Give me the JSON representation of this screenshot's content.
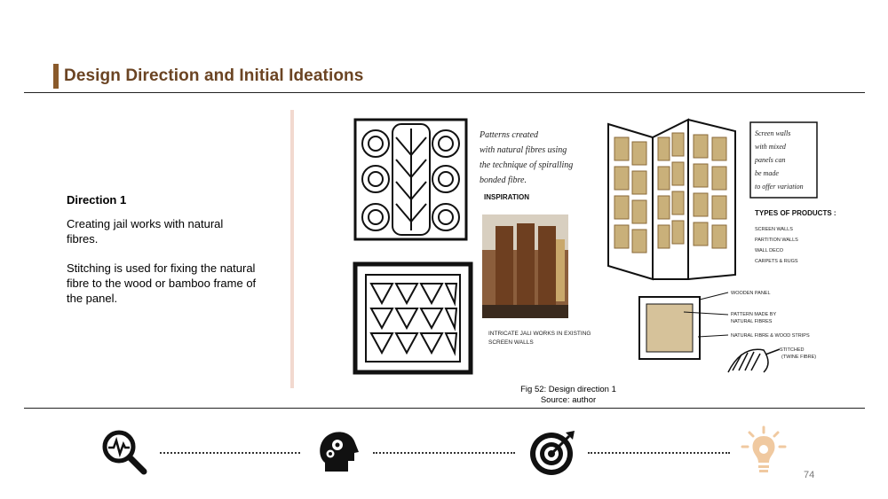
{
  "slide": {
    "title": "Design Direction and Initial Ideations",
    "page_number": "74"
  },
  "text": {
    "heading": "Direction 1",
    "para1": "Creating jail works with natural fibres.",
    "para2": "Stitching is used for fixing the natural fibre to the wood or bamboo frame of the panel."
  },
  "figure": {
    "caption_line1": "Fig 52: Design direction 1",
    "caption_line2": "Source: author",
    "notes": {
      "patterns": "Patterns created with natural fibres using the technique of spiralling bonded fibre.",
      "inspiration": "INSPIRATION",
      "photo_note": "INTRICATE JALI WORKS IN EXISTING SCREEN WALLS",
      "screen_walls": "Screen walls with mixed panels can be made to offer variation",
      "types_title": "TYPES OF PRODUCTS :",
      "types": [
        "SCREEN WALLS",
        "PARTITION WALLS",
        "WALL DECO",
        "CARPETS & RUGS"
      ],
      "wooden_panel": "WOODEN PANEL",
      "pattern_made": "PATTERN MADE BY NATURAL FIBRES",
      "natural_fibre": "NATURAL FIBRE & WOOD STRIPS",
      "stitched": "STITCHED (TWINE FIBRE)"
    }
  },
  "colors": {
    "title": "#6b4423",
    "accent_bar": "#8a5a2b",
    "side_bar": "#f2d9cf",
    "icon_dark": "#111111",
    "icon_light": "#f0c9a0"
  },
  "icons": [
    "magnifier-analysis-icon",
    "head-gears-icon",
    "target-icon",
    "lightbulb-icon"
  ]
}
